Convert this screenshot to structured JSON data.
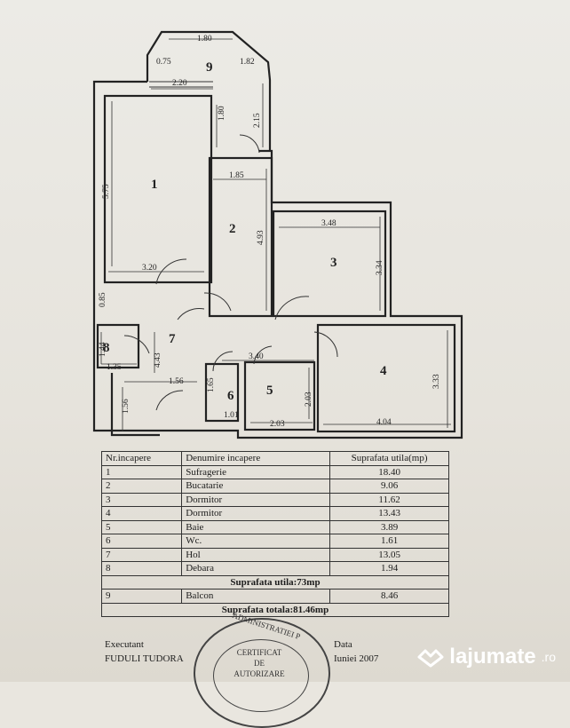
{
  "plan": {
    "room_numbers": [
      "1",
      "2",
      "3",
      "4",
      "5",
      "6",
      "7",
      "8",
      "9"
    ],
    "dimensions": {
      "balcony_top": "1.80",
      "balcony_left": "0.75",
      "balcony_right": "1.82",
      "balcony_width": "2.20",
      "balcony_depth": "1.80",
      "room2_side": "2.15",
      "room1_height": "5.75",
      "room2_width": "1.85",
      "room2_height": "4.93",
      "room3_width": "3.48",
      "room3_height": "3.34",
      "room1_width": "3.20",
      "room8_label": "0.85",
      "room8_height": "1.44",
      "room8_width": "1.35",
      "hall_height": "4.43",
      "hall_width": "3.40",
      "room5_bottom": "2.03",
      "room5_side": "2.03",
      "room6_height": "1.65",
      "room6_width": "1.01",
      "hall_bottom_width": "1.56",
      "hall_bottom_height": "1.56",
      "room4_height": "3.33",
      "room4_width": "4.04"
    }
  },
  "table": {
    "headers": [
      "Nr.incapere",
      "Denumire incapere",
      "Suprafata utila(mp)"
    ],
    "rows": [
      [
        "1",
        "Sufragerie",
        "18.40"
      ],
      [
        "2",
        "Bucatarie",
        "9.06"
      ],
      [
        "3",
        "Dormitor",
        "11.62"
      ],
      [
        "4",
        "Dormitor",
        "13.43"
      ],
      [
        "5",
        "Baie",
        "3.89"
      ],
      [
        "6",
        "Wc.",
        "1.61"
      ],
      [
        "7",
        "Hol",
        "13.05"
      ],
      [
        "8",
        "Debara",
        "1.94"
      ]
    ],
    "useful_total": "Suprafata utila:73mp",
    "balcony_row": [
      "9",
      "Balcon",
      "8.46"
    ],
    "grand_total": "Suprafata totala:81.46mp"
  },
  "footer": {
    "executant_label": "Executant",
    "executant_name": "FUDULI TUDORA",
    "date_label": "Data",
    "date_value": "Iuniei 2007"
  },
  "stamp": {
    "arc_text": "ADMINISTRATIEI P",
    "line1": "CERTIFICAT",
    "line2": "DE",
    "line3": "AUTORIZARE"
  },
  "watermark": {
    "brand": "lajumate",
    "tld": ".ro"
  }
}
